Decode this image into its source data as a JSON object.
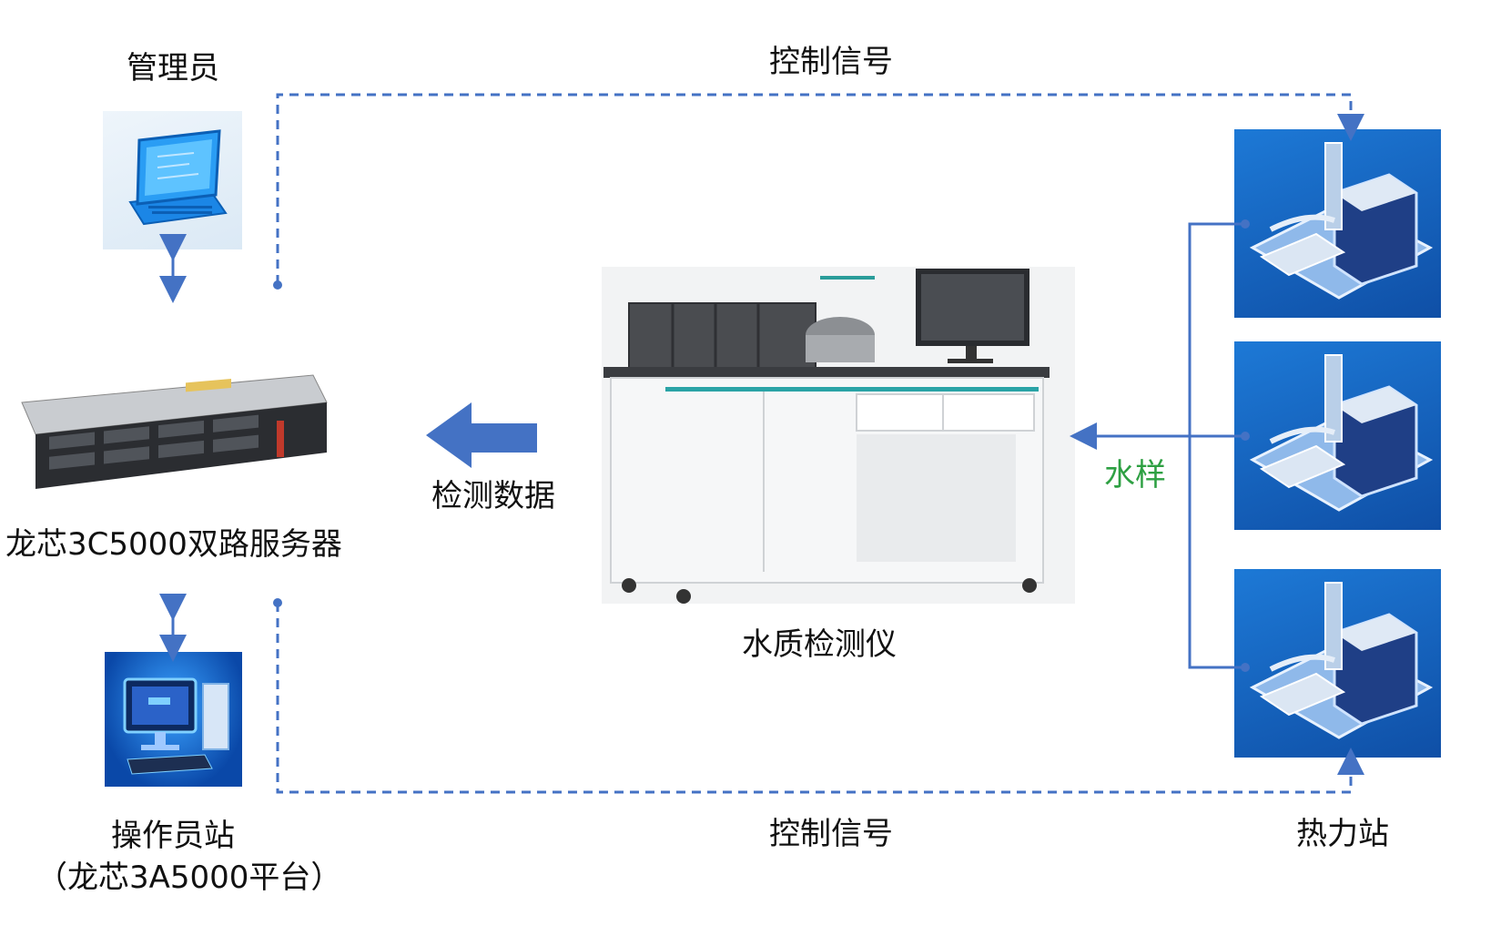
{
  "labels": {
    "admin": "管理员",
    "server": "龙芯3C5000双路服务器",
    "operator_line1": "操作员站",
    "operator_line2": "（龙芯3A5000平台）",
    "control_top": "控制信号",
    "control_bottom": "控制信号",
    "detect_data": "检测数据",
    "water_analyzer": "水质检测仪",
    "water_sample": "水样",
    "heat_station": "热力站"
  },
  "icons": {
    "laptop": "laptop-icon",
    "server": "server-rack-icon",
    "workstation": "desktop-workstation-icon",
    "analyzer": "water-quality-analyzer-icon",
    "station": "heat-station-building-icon"
  },
  "colors": {
    "line_blue": "#4472c4",
    "arrow_fill": "#4472c4",
    "sample_text": "#2ea043"
  }
}
